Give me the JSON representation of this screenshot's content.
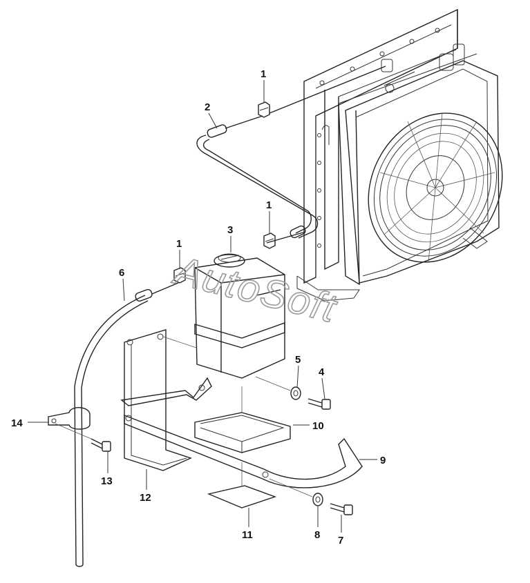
{
  "watermark": "AutoSoft",
  "callouts": {
    "c1a": "1",
    "c1b": "1",
    "c1c": "1",
    "c2": "2",
    "c3": "3",
    "c4": "4",
    "c5": "5",
    "c6": "6",
    "c7": "7",
    "c8": "8",
    "c9": "9",
    "c10": "10",
    "c11": "11",
    "c12": "12",
    "c13": "13",
    "c14": "14"
  }
}
